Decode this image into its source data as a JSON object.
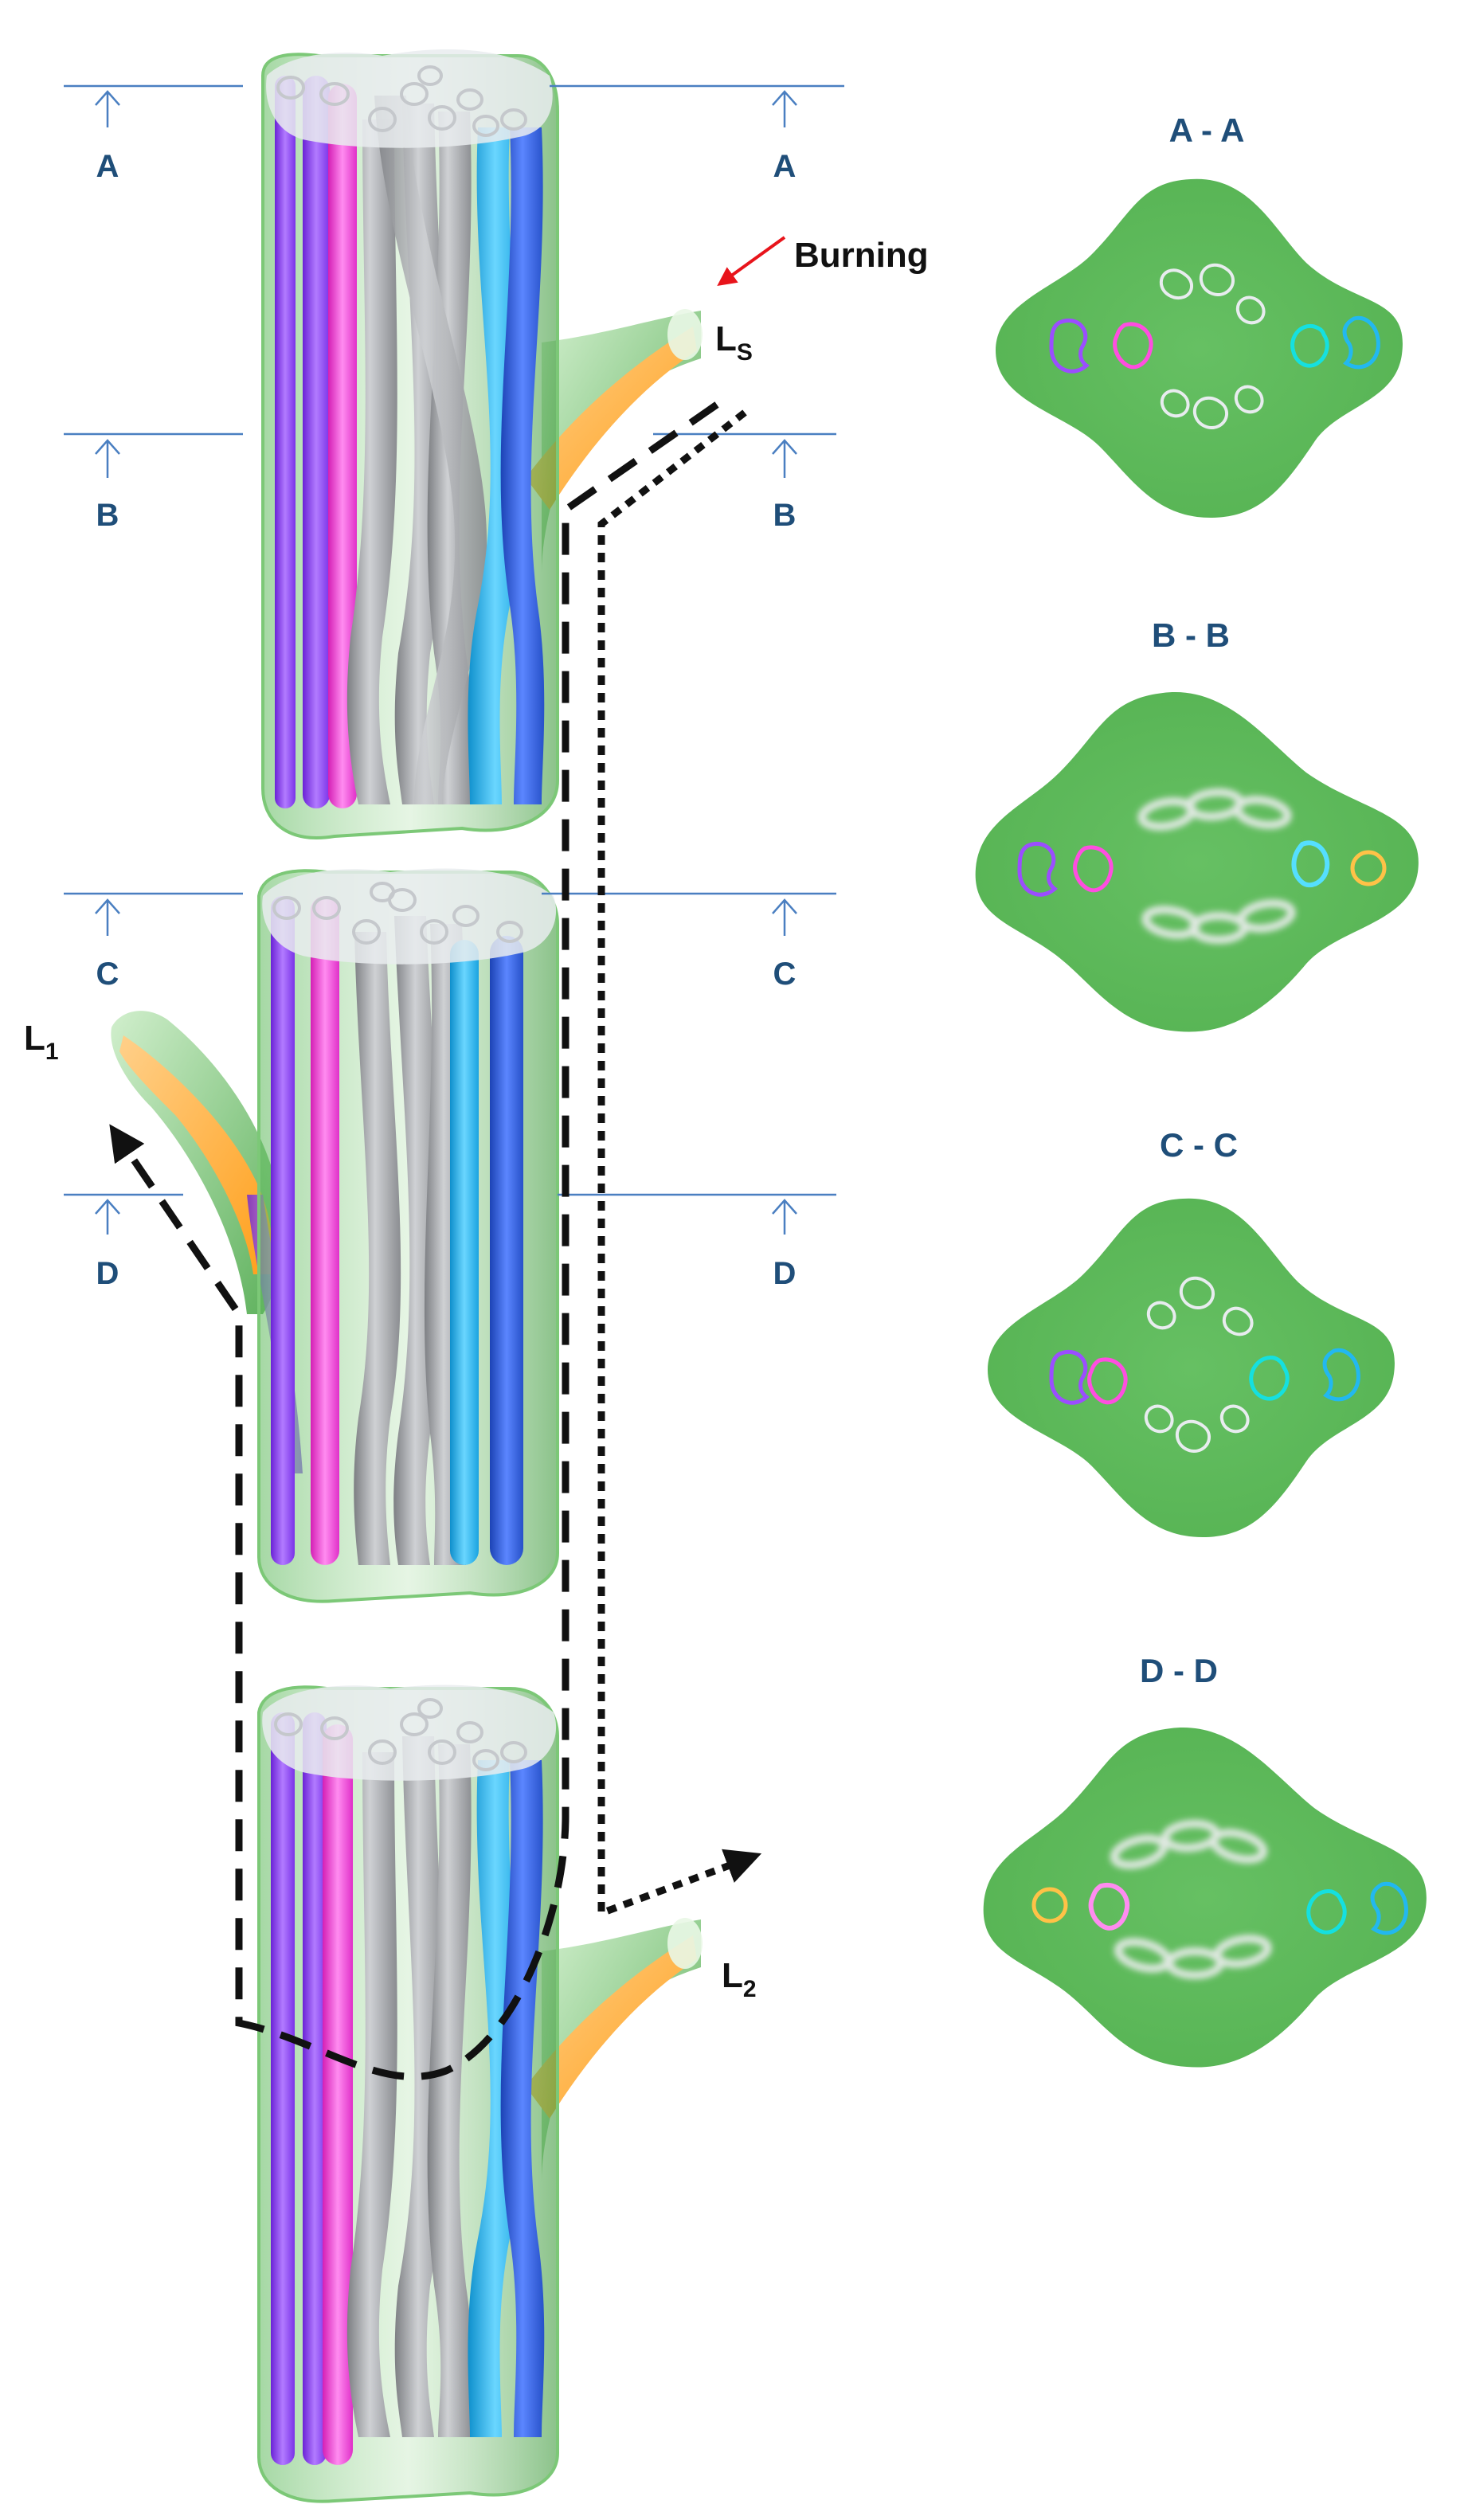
{
  "colors": {
    "tissue_green": "#5fba5c",
    "stem_outline": "#8fd08a",
    "bundle_violet": "#9b4dff",
    "bundle_magenta": "#ff4de0",
    "bundle_grey": "#a7a9ad",
    "bundle_cyan": "#22b8f0",
    "bundle_blue": "#2f63e0",
    "leaf_trace_orange": "#ffb347",
    "section_label": "#1f4e79",
    "burning_arrow": "#e8141b",
    "path_black": "#111111"
  },
  "annotations": {
    "burning": "Burning"
  },
  "leaves": [
    {
      "id": "LS",
      "main": "L",
      "sub": "S"
    },
    {
      "id": "L1",
      "main": "L",
      "sub": "1"
    },
    {
      "id": "L2",
      "main": "L",
      "sub": "2"
    }
  ],
  "cut_planes": [
    {
      "letter_left": "A",
      "letter_right": "A"
    },
    {
      "letter_left": "B",
      "letter_right": "B"
    },
    {
      "letter_left": "C",
      "letter_right": "C"
    },
    {
      "letter_left": "D",
      "letter_right": "D"
    }
  ],
  "cross_sections": [
    {
      "title": "A - A"
    },
    {
      "title": "B - B"
    },
    {
      "title": "C - C"
    },
    {
      "title": "D - D"
    }
  ]
}
